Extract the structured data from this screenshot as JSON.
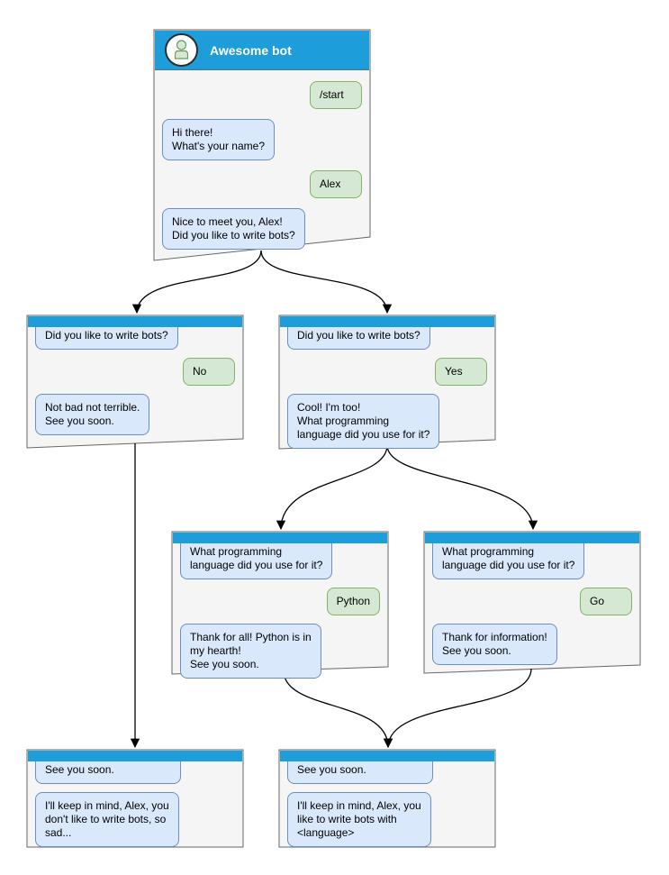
{
  "diagram_type": "chatbot-conversation-flowchart",
  "colors": {
    "header_blue": "#1E9DDB",
    "window_fill": "#F5F5F5",
    "window_border": "#666666",
    "bot_bubble_fill": "#DAE8FC",
    "bot_bubble_border": "#6C8EBF",
    "user_bubble_fill": "#D5E8D4",
    "user_bubble_border": "#82B366",
    "arrow": "#000000",
    "title_text": "#FFFFFF"
  },
  "windows": {
    "main": {
      "title": "Awesome bot",
      "avatar_icon": "person-icon",
      "bubbles": [
        {
          "from": "user",
          "text": "/start"
        },
        {
          "from": "bot",
          "text": "Hi there!\nWhat's your name?"
        },
        {
          "from": "user",
          "text": "Alex"
        },
        {
          "from": "bot",
          "text": "Nice to meet you, Alex!\nDid you like to write bots?"
        }
      ]
    },
    "branch_no": {
      "bubbles": [
        {
          "from": "bot",
          "text": "Did you like to write bots?",
          "clipped": true
        },
        {
          "from": "user",
          "text": "No"
        },
        {
          "from": "bot",
          "text": "Not bad not terrible.\nSee you soon."
        }
      ]
    },
    "branch_yes": {
      "bubbles": [
        {
          "from": "bot",
          "text": "Did you like to write bots?",
          "clipped": true
        },
        {
          "from": "user",
          "text": "Yes"
        },
        {
          "from": "bot",
          "text": "Cool! I'm too!\nWhat programming\nlanguage did you use for it?"
        }
      ]
    },
    "branch_python": {
      "bubbles": [
        {
          "from": "bot",
          "text": "What programming\nlanguage did you use for it?",
          "clipped": true
        },
        {
          "from": "user",
          "text": "Python"
        },
        {
          "from": "bot",
          "text": "Thank for all! Python is in\nmy hearth!\nSee you soon."
        }
      ]
    },
    "branch_go": {
      "bubbles": [
        {
          "from": "bot",
          "text": "What programming\nlanguage did you use for it?",
          "clipped": true
        },
        {
          "from": "user",
          "text": "Go"
        },
        {
          "from": "bot",
          "text": "Thank for information!\nSee you soon."
        }
      ]
    },
    "end_no": {
      "bubbles": [
        {
          "from": "bot",
          "text": "See you soon.",
          "clipped": true
        },
        {
          "from": "bot",
          "text": "I'll keep in mind, Alex, you\ndon't like to write bots, so\nsad..."
        }
      ]
    },
    "end_yes": {
      "bubbles": [
        {
          "from": "bot",
          "text": "See you soon.",
          "clipped": true
        },
        {
          "from": "bot",
          "text": "I'll keep in mind, Alex, you\nlike to write bots with\n<language>"
        }
      ]
    }
  },
  "edges": [
    {
      "from": "main",
      "to": "branch_no"
    },
    {
      "from": "main",
      "to": "branch_yes"
    },
    {
      "from": "branch_no",
      "to": "end_no"
    },
    {
      "from": "branch_yes",
      "to": "branch_python"
    },
    {
      "from": "branch_yes",
      "to": "branch_go"
    },
    {
      "from": "branch_python",
      "to": "end_yes"
    },
    {
      "from": "branch_go",
      "to": "end_yes"
    }
  ]
}
